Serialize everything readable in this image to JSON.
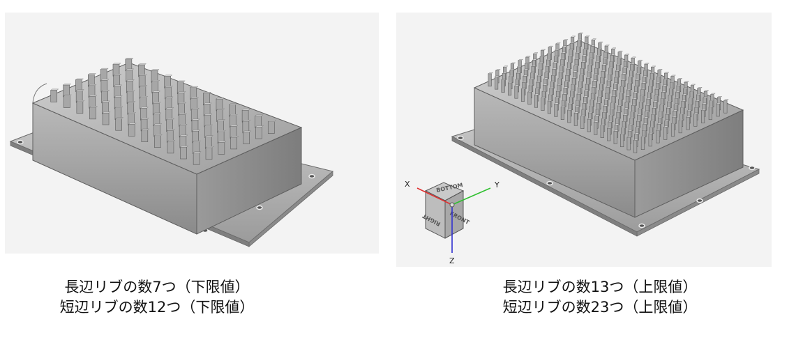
{
  "left_model": {
    "caption_line1": "長辺リブの数7つ（下限値）",
    "caption_line2": "短辺リブの数12つ（下限値）"
  },
  "right_model": {
    "caption_line1": "長辺リブの数13つ（上限値）",
    "caption_line2": "短辺リブの数23つ（上限値）"
  },
  "view_cube": {
    "axis_x": "X",
    "axis_y": "Y",
    "axis_z": "Z",
    "face_top": "BOTTOM",
    "face_left": "RIGHT",
    "face_right": "FRONT"
  },
  "colors": {
    "panel_bg": "#f3f3f3",
    "model_light": "#d4d4d4",
    "model_mid": "#a9a9a9",
    "model_dark": "#6f6f6f",
    "axis_x": "#e03030",
    "axis_y": "#30c030",
    "axis_z": "#3030d0"
  }
}
